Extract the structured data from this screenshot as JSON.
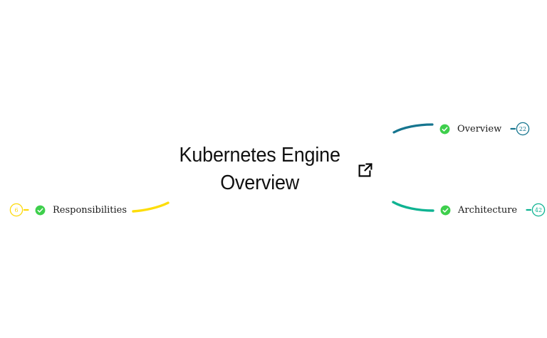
{
  "diagram": {
    "type": "mindmap",
    "background_color": "#ffffff",
    "root": {
      "title": "Kubernetes Engine\nOverview",
      "title_line_1": "Kubernetes Engine",
      "title_line_2": "Overview",
      "link_icon": "external-link-icon",
      "text_color": "#111111"
    },
    "branches": [
      {
        "id": "overview",
        "label": "Overview",
        "side": "right",
        "status_icon": "check-circle-icon",
        "status_color": "#3ECF4C",
        "badge_count": "22",
        "edge_color": "#16758F",
        "badge_color": "#16758F"
      },
      {
        "id": "architecture",
        "label": "Architecture",
        "side": "right",
        "status_icon": "check-circle-icon",
        "status_color": "#3ECF4C",
        "badge_count": "42",
        "edge_color": "#0FB392",
        "badge_color": "#0FB392"
      },
      {
        "id": "responsibilities",
        "label": "Responsibilities",
        "side": "left",
        "status_icon": "check-circle-icon",
        "status_color": "#3ECF4C",
        "badge_count": "6",
        "edge_color": "#FDDD0A",
        "badge_color": "#FDD90A"
      }
    ]
  }
}
